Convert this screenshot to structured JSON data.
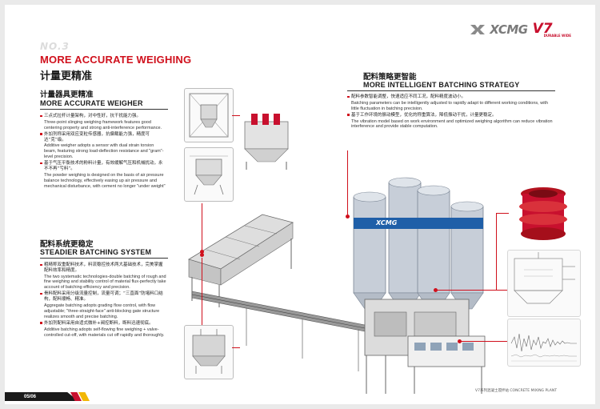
{
  "header": {
    "brand": "XCMG",
    "series": "V7",
    "series_sub": "DURABLE WIDE",
    "section_no": "NO.3",
    "title_en": "MORE ACCURATE WEIGHING",
    "title_cn": "计量更精准"
  },
  "weigher": {
    "title_cn": "计量器具更精准",
    "title_en": "MORE ACCURATE WEIGHER",
    "bullets": [
      {
        "cn": "三点式拉杆计量架构，对中性好，抗干扰能力强。",
        "en": "Three-point slinging weighing framework features good centering property and strong anti-interference performance."
      },
      {
        "cn": "外加剂称采用双应变粒传感器，抗偏载能力强，精度可达“克”级。",
        "en": "Additive weigher adopts a sensor with dual strain torsion beam, featuring strong load-deflection resistance and \"gram\"-level precision."
      },
      {
        "cn": "基于气压平衡技术的粉料计量，有效缓解气压和机械扰动，永不不再“亏料”。",
        "en": "The powder weighing is designed on the basis of air pressure balance technology, effectively easing up air pressure and mechanical disturbance, with cement no longer \"under weight\""
      }
    ]
  },
  "batching": {
    "title_cn": "配料系统更稳定",
    "title_en": "STEADIER BATCHING SYSTEM",
    "bullets": [
      {
        "cn": "粗精称双重配料技术，料流稳控技术两大基础技术，完美掌握配料效率和精度。",
        "en": "The two systematic technologies-double batching of rough and fine weighing and stability control of material flux-perfectly take account of batching efficiency and precision."
      },
      {
        "cn": "骨料配料采用分级流量控制，流量可调；“三直面”防堵料口结构，配料顺畅、精准。",
        "en": "Aggregate batching adopts grading flow control, with flow adjustable; \"three-straight-face\" anti-blocking gate structure realizes smooth and precise batching."
      },
      {
        "cn": "外加剂配料采用自适式微补+阀控断料，断料迅速彻底。",
        "en": "Additive batching adopts self-flowing fine weighing + valve-controlled cut-off, with materials cut off rapidly and thoroughly."
      }
    ]
  },
  "strategy": {
    "title_cn": "配料策略更智能",
    "title_en": "MORE INTELLIGENT BATCHING STRATEGY",
    "bullets": [
      {
        "cn": "配料参数智能调整，快速适应不同工况，配料精度波动小。",
        "en": "Batching parameters can be intelligently adjusted to rapidly adapt to different working conditions, with little fluctuation in batching precision."
      },
      {
        "cn": "基于工作环境的振动模型，优化的称重算法，降低振动干扰，计量更稳定。",
        "en": "The vibration model based on work environment and optimized weighing algorithm can reduce vibration interference and provide stable computation."
      }
    ]
  },
  "silo_brand": "XCMG",
  "footer": {
    "page": "05/06",
    "caption": "V7系列混凝土搅拌站 CONCRETE MIXING PLANT"
  },
  "colors": {
    "accent": "#d0101c",
    "text": "#1a1a1a",
    "silo": "#c7ced8"
  }
}
